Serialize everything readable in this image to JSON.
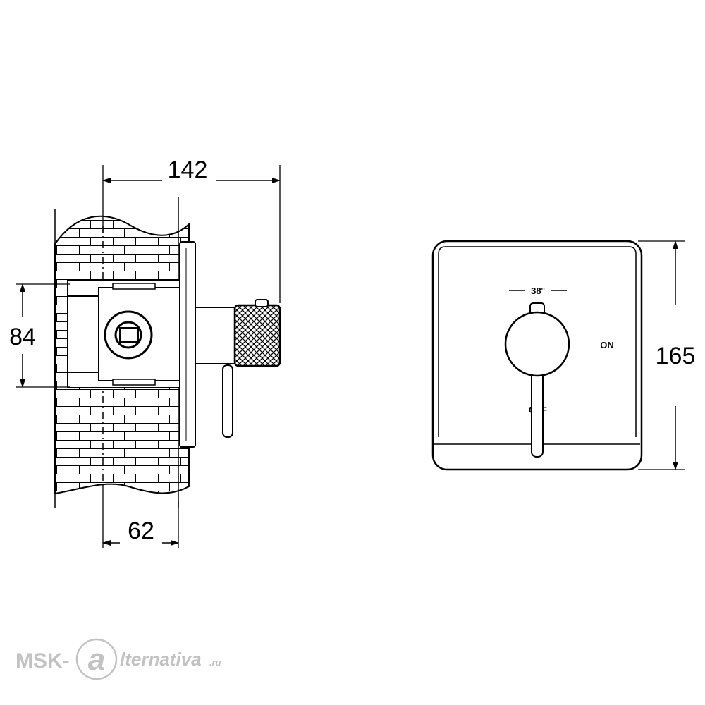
{
  "dimensions": {
    "overall_depth": "142",
    "wall_depth": "62",
    "box_height": "84",
    "plate_height": "165"
  },
  "front_view": {
    "temperature_mark": "38°",
    "on_label": "ON",
    "off_label": "OFF"
  },
  "watermark": {
    "prefix": "MSK-",
    "suffix": "lternativa",
    "domain": ".ru"
  }
}
